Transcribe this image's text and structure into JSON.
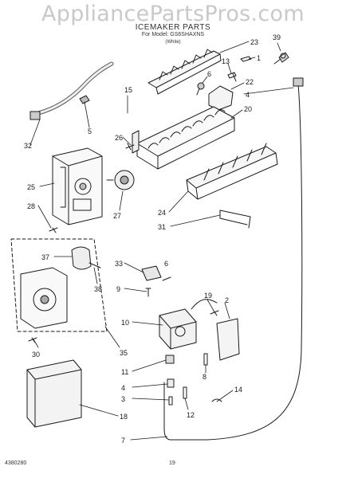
{
  "watermark": "AppliancePartsPros.com",
  "header": {
    "title": "ICEMAKER PARTS",
    "subtitle": "For Model: GS6SHAXNS",
    "variant": "(White)"
  },
  "footer": {
    "doc_number": "4380280",
    "page_number": "19"
  },
  "callouts": [
    "23",
    "39",
    "13",
    "1",
    "6",
    "22",
    "4",
    "20",
    "15",
    "5",
    "32",
    "26",
    "25",
    "28",
    "27",
    "24",
    "31",
    "37",
    "33",
    "6",
    "38",
    "9",
    "19",
    "2",
    "10",
    "30",
    "35",
    "8",
    "11",
    "4",
    "14",
    "3",
    "12",
    "18",
    "7"
  ]
}
